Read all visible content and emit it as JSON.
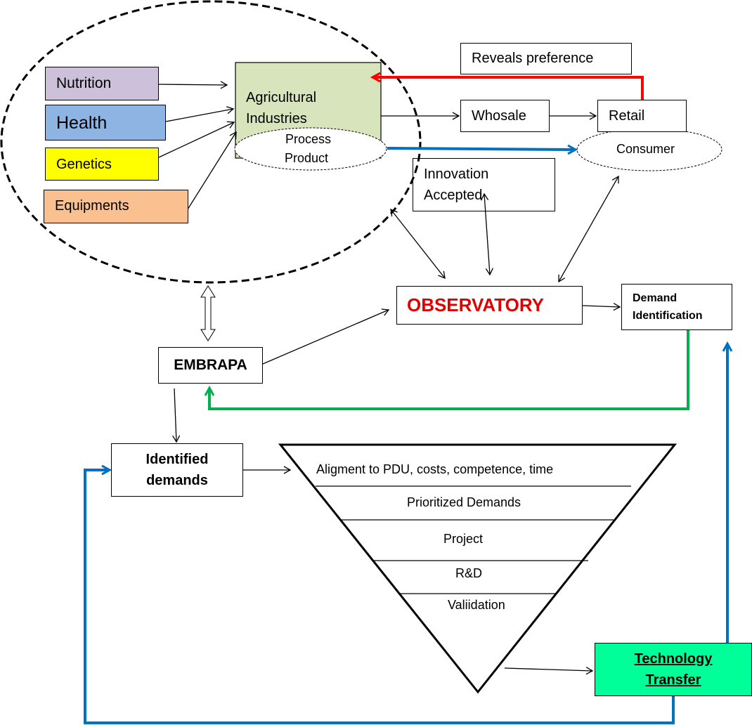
{
  "inputs": {
    "nutrition": "Nutrition",
    "health": "Health",
    "genetics": "Genetics",
    "equipments": "Equipments"
  },
  "agro": {
    "title_line1": "Agricultural",
    "title_line2": "Industries",
    "process_line1": "Process",
    "process_line2": "Product"
  },
  "market": {
    "reveals": "Reveals preference",
    "wholesale": "Whosale",
    "retail": "Retail",
    "consumer": "Consumer",
    "innovation_line1": "Innovation",
    "innovation_line2": "Accepted"
  },
  "observatory": "OBSERVATORY",
  "demand_id_line1": "Demand",
  "demand_id_line2": "Identification",
  "embrapa": "EMBRAPA",
  "identified_line1": "Identified",
  "identified_line2": "demands",
  "funnel": {
    "levels": [
      "Aligment to PDU, costs, competence, time",
      "Prioritized Demands",
      "Project",
      "R&D",
      "Valiidation"
    ]
  },
  "tech_line1": "Technology",
  "tech_line2": "Transfer",
  "colors": {
    "nutrition": "#ccc0da",
    "health": "#8db4e2",
    "genetics": "#ffff00",
    "equipments": "#fac090",
    "agro": "#d7e4bc",
    "observatory_text": "#e00000",
    "red_arrow": "#ff0000",
    "blue_arrow": "#0070c0",
    "green_arrow": "#00b050",
    "tech_fill": "#00ff99"
  }
}
